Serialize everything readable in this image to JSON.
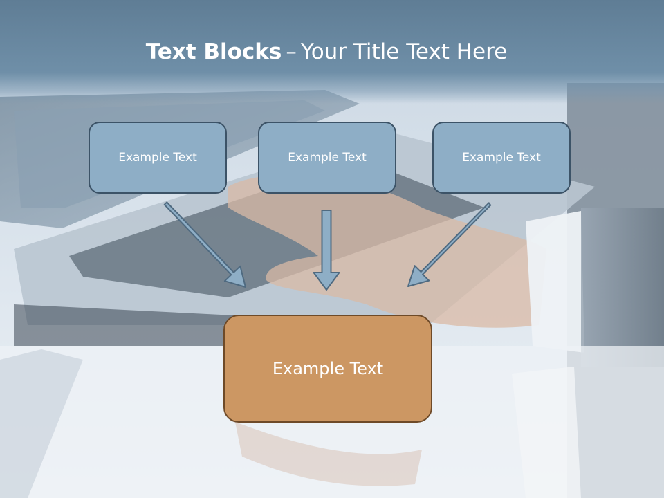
{
  "title": {
    "bold": "Text Blocks",
    "separator": "–",
    "rest": "Your Title Text Here"
  },
  "blocks": [
    {
      "label": "Example Text"
    },
    {
      "label": "Example Text"
    },
    {
      "label": "Example Text"
    }
  ],
  "center_block": {
    "label": "Example Text"
  },
  "colors": {
    "title_band": "#6f8fa8",
    "small_block_fill": "#8eaec6",
    "small_block_border": "#3c5367",
    "center_block_fill": "#cc9763",
    "center_block_border": "#6e4a28",
    "arrow_fill": "#8eaec6",
    "arrow_stroke": "#4f6a80"
  }
}
